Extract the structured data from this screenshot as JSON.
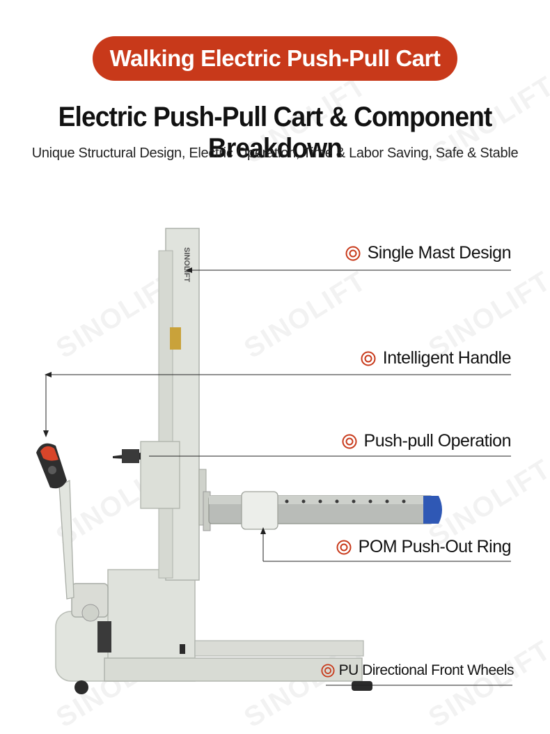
{
  "banner": {
    "text": "Walking Electric Push-Pull Cart"
  },
  "title": "Electric Push-Pull Cart & Component Breakdown",
  "subtitle": "Unique Structural Design, Electric Operation, Time & Labor Saving, Safe & Stable",
  "brand": {
    "watermark": "SINOLIFT",
    "mast_logo": "SINOLIFT"
  },
  "callouts": [
    {
      "label": "Single Mast Design"
    },
    {
      "label": "Intelligent Handle"
    },
    {
      "label": "Push-pull Operation"
    },
    {
      "label": "POM Push-Out Ring"
    },
    {
      "label": "PU Directional Front Wheels"
    }
  ],
  "colors": {
    "banner": "#c8391a",
    "accent_icon": "#c8391a",
    "machine_body": "#dfe2dc",
    "handle_red": "#d9452a"
  },
  "icons": {
    "callout_marker": "target-icon"
  }
}
